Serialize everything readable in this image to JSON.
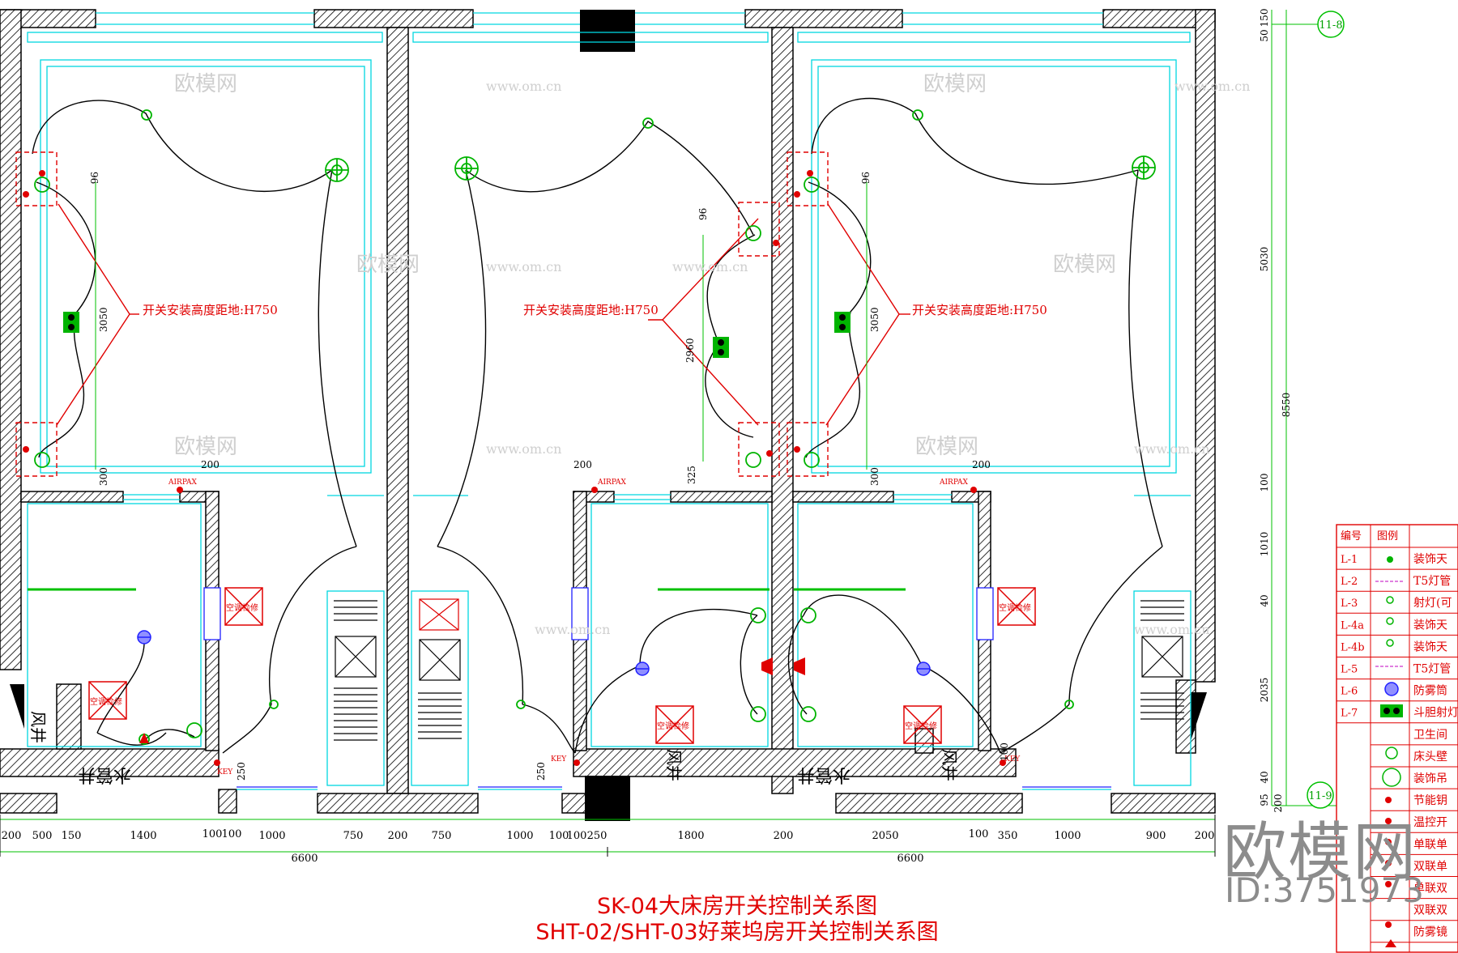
{
  "annotations": {
    "switch_height": "开关安装高度距地:H750",
    "airpax": "AIRPAX",
    "key": "KEY",
    "axis_top": "11-8",
    "axis_bottom": "11-9"
  },
  "room_labels": {
    "air_shaft": "风井",
    "water_shaft": "水管井",
    "ac_box": "空调检修"
  },
  "dims": {
    "bottom": [
      "200",
      "500",
      "150",
      "1400",
      "100",
      "100",
      "1000",
      "750",
      "200",
      "750",
      "1000",
      "100",
      "100",
      "250",
      "1800",
      "200",
      "2050",
      "100",
      "350",
      "1000",
      "900",
      "200"
    ],
    "total": [
      "6600",
      "6600"
    ],
    "right_side": [
      "150",
      "50",
      "5030",
      "100",
      "1010",
      "40",
      "2035",
      "40",
      "95",
      "200"
    ],
    "right_total": "8550",
    "inner": {
      "d96": "96",
      "d3050": "3050",
      "d200": "200",
      "d300": "300",
      "d2960": "2960",
      "d325": "325",
      "d250": "250",
      "d100": "100"
    }
  },
  "legend": {
    "headers": [
      "编号",
      "图例"
    ],
    "rows": [
      {
        "code": "L-1",
        "desc": "装饰天"
      },
      {
        "code": "L-2",
        "desc": "T5灯管"
      },
      {
        "code": "L-3",
        "desc": "射灯(可"
      },
      {
        "code": "L-4a",
        "desc": "装饰天"
      },
      {
        "code": "L-4b",
        "desc": "装饰天"
      },
      {
        "code": "L-5",
        "desc": "T5灯管"
      },
      {
        "code": "L-6",
        "desc": "防雾筒"
      },
      {
        "code": "L-7",
        "desc": "斗胆射灯"
      },
      {
        "code": "",
        "desc": "卫生间"
      },
      {
        "code": "",
        "desc": "床头壁"
      },
      {
        "code": "",
        "desc": "装饰吊"
      },
      {
        "code": "",
        "desc": "节能钥"
      },
      {
        "code": "",
        "desc": "温控开"
      },
      {
        "code": "",
        "desc": "单联单"
      },
      {
        "code": "",
        "desc": "双联单"
      },
      {
        "code": "",
        "desc": "单联双"
      },
      {
        "code": "",
        "desc": "双联双"
      },
      {
        "code": "",
        "desc": "防雾镜"
      }
    ]
  },
  "title": {
    "line1": "SK-04大床房开关控制关系图",
    "line2": "SHT-02/SHT-03好莱坞房开关控制关系图"
  },
  "watermark": {
    "brand": "欧模网",
    "id": "ID:3751973",
    "url": "www.om.cn"
  },
  "colors": {
    "wall": "#000000",
    "cyan": "#00d7e0",
    "red": "#e00000",
    "green": "#00b400",
    "blue": "#2020ff",
    "dim_green": "#00c000"
  }
}
